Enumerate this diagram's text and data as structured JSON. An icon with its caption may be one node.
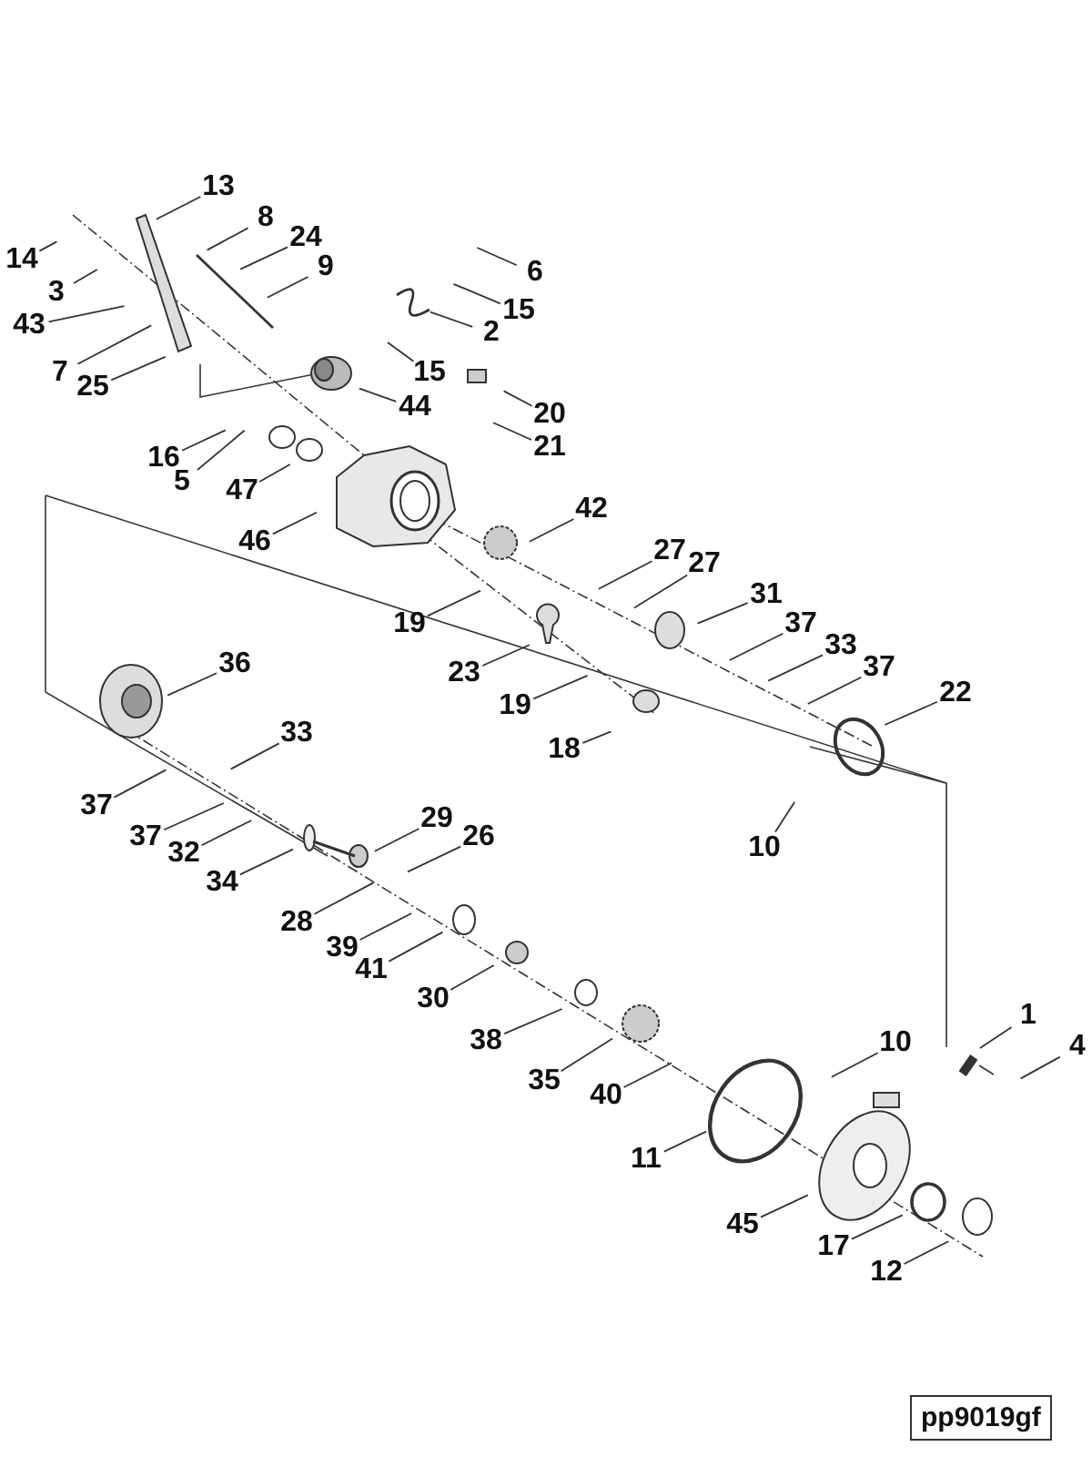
{
  "diagram": {
    "nodes": [
      {
        "text": [
          "13"
        ]
      },
      {
        "text": [
          "8"
        ]
      },
      {
        "text": [
          "24"
        ]
      },
      {
        "text": [
          "9"
        ]
      },
      {
        "text": [
          "14"
        ]
      },
      {
        "text": [
          "3"
        ]
      },
      {
        "text": [
          "43"
        ]
      },
      {
        "text": [
          "7"
        ]
      },
      {
        "text": [
          "25"
        ]
      },
      {
        "text": [
          "6"
        ]
      },
      {
        "text": [
          "15"
        ]
      },
      {
        "text": [
          "2"
        ]
      },
      {
        "text": [
          "15"
        ]
      },
      {
        "text": [
          "44"
        ]
      },
      {
        "text": [
          "20"
        ]
      },
      {
        "text": [
          "21"
        ]
      },
      {
        "text": [
          "16"
        ]
      },
      {
        "text": [
          "5"
        ]
      },
      {
        "text": [
          "47"
        ]
      },
      {
        "text": [
          "46"
        ]
      },
      {
        "text": [
          "42"
        ]
      },
      {
        "text": [
          "27"
        ]
      },
      {
        "text": [
          "27"
        ]
      },
      {
        "text": [
          "31"
        ]
      },
      {
        "text": [
          "19"
        ]
      },
      {
        "text": [
          "23"
        ]
      },
      {
        "text": [
          "37"
        ]
      },
      {
        "text": [
          "33"
        ]
      },
      {
        "text": [
          "37"
        ]
      },
      {
        "text": [
          "19"
        ]
      },
      {
        "text": [
          "22"
        ]
      },
      {
        "text": [
          "18"
        ]
      },
      {
        "text": [
          "36"
        ]
      },
      {
        "text": [
          "33"
        ]
      },
      {
        "text": [
          "37"
        ]
      },
      {
        "text": [
          "37"
        ]
      },
      {
        "text": [
          "32"
        ]
      },
      {
        "text": [
          "34"
        ]
      },
      {
        "text": [
          "29"
        ]
      },
      {
        "text": [
          "26"
        ]
      },
      {
        "text": [
          "10"
        ]
      },
      {
        "text": [
          "28"
        ]
      },
      {
        "text": [
          "39"
        ]
      },
      {
        "text": [
          "41"
        ]
      },
      {
        "text": [
          "30"
        ]
      },
      {
        "text": [
          "1"
        ]
      },
      {
        "text": [
          "4"
        ]
      },
      {
        "text": [
          "38"
        ]
      },
      {
        "text": [
          "10"
        ]
      },
      {
        "text": [
          "35"
        ]
      },
      {
        "text": [
          "40"
        ]
      },
      {
        "text": [
          "11"
        ]
      },
      {
        "text": [
          "45"
        ]
      },
      {
        "text": [
          "17"
        ]
      },
      {
        "text": [
          "12"
        ]
      }
    ],
    "edges": [
      {
        "from": 0,
        "to": null,
        "arrow": "none"
      },
      {
        "from": 1,
        "to": null,
        "arrow": "none"
      },
      {
        "from": 2,
        "to": null,
        "arrow": "none"
      },
      {
        "from": 3,
        "to": null,
        "arrow": "none"
      },
      {
        "from": 4,
        "to": null,
        "arrow": "none"
      },
      {
        "from": 5,
        "to": null,
        "arrow": "none"
      },
      {
        "from": 6,
        "to": null,
        "arrow": "none"
      },
      {
        "from": 7,
        "to": null,
        "arrow": "none"
      },
      {
        "from": 8,
        "to": null,
        "arrow": "none"
      },
      {
        "from": 9,
        "to": null,
        "arrow": "none"
      },
      {
        "from": 10,
        "to": null,
        "arrow": "none"
      },
      {
        "from": 11,
        "to": null,
        "arrow": "none"
      },
      {
        "from": 12,
        "to": null,
        "arrow": "none"
      },
      {
        "from": 13,
        "to": null,
        "arrow": "none"
      },
      {
        "from": 14,
        "to": null,
        "arrow": "none"
      },
      {
        "from": 15,
        "to": null,
        "arrow": "none"
      },
      {
        "from": 16,
        "to": null,
        "arrow": "none"
      },
      {
        "from": 17,
        "to": null,
        "arrow": "none"
      },
      {
        "from": 18,
        "to": null,
        "arrow": "none"
      },
      {
        "from": 19,
        "to": null,
        "arrow": "none"
      },
      {
        "from": 20,
        "to": null,
        "arrow": "none"
      },
      {
        "from": 21,
        "to": null,
        "arrow": "none"
      },
      {
        "from": 22,
        "to": null,
        "arrow": "none"
      },
      {
        "from": 23,
        "to": null,
        "arrow": "none"
      },
      {
        "from": 24,
        "to": null,
        "arrow": "none"
      },
      {
        "from": 25,
        "to": null,
        "arrow": "none"
      },
      {
        "from": 26,
        "to": null,
        "arrow": "none"
      },
      {
        "from": 27,
        "to": null,
        "arrow": "none"
      },
      {
        "from": 28,
        "to": null,
        "arrow": "none"
      },
      {
        "from": 29,
        "to": null,
        "arrow": "none"
      },
      {
        "from": 30,
        "to": null,
        "arrow": "none"
      },
      {
        "from": 31,
        "to": null,
        "arrow": "none"
      },
      {
        "from": 32,
        "to": null,
        "arrow": "none"
      },
      {
        "from": 33,
        "to": null,
        "arrow": "none"
      },
      {
        "from": 34,
        "to": null,
        "arrow": "none"
      },
      {
        "from": 35,
        "to": null,
        "arrow": "none"
      },
      {
        "from": 36,
        "to": null,
        "arrow": "none"
      },
      {
        "from": 37,
        "to": null,
        "arrow": "none"
      },
      {
        "from": 38,
        "to": null,
        "arrow": "none"
      },
      {
        "from": 39,
        "to": null,
        "arrow": "none"
      },
      {
        "from": 40,
        "to": null,
        "arrow": "none"
      },
      {
        "from": 41,
        "to": null,
        "arrow": "none"
      },
      {
        "from": 42,
        "to": null,
        "arrow": "none"
      },
      {
        "from": 43,
        "to": null,
        "arrow": "none"
      },
      {
        "from": 44,
        "to": null,
        "arrow": "none"
      },
      {
        "from": 45,
        "to": null,
        "arrow": "none"
      },
      {
        "from": 46,
        "to": null,
        "arrow": "none"
      },
      {
        "from": 47,
        "to": null,
        "arrow": "none"
      },
      {
        "from": 48,
        "to": null,
        "arrow": "none"
      },
      {
        "from": 49,
        "to": null,
        "arrow": "none"
      },
      {
        "from": 50,
        "to": null,
        "arrow": "none"
      },
      {
        "from": 51,
        "to": null,
        "arrow": "none"
      },
      {
        "from": 52,
        "to": null,
        "arrow": "none"
      },
      {
        "from": 53,
        "to": null,
        "arrow": "none"
      },
      {
        "from": 54,
        "to": null,
        "arrow": "none"
      }
    ],
    "labels": [
      "pp9019gf"
    ]
  }
}
